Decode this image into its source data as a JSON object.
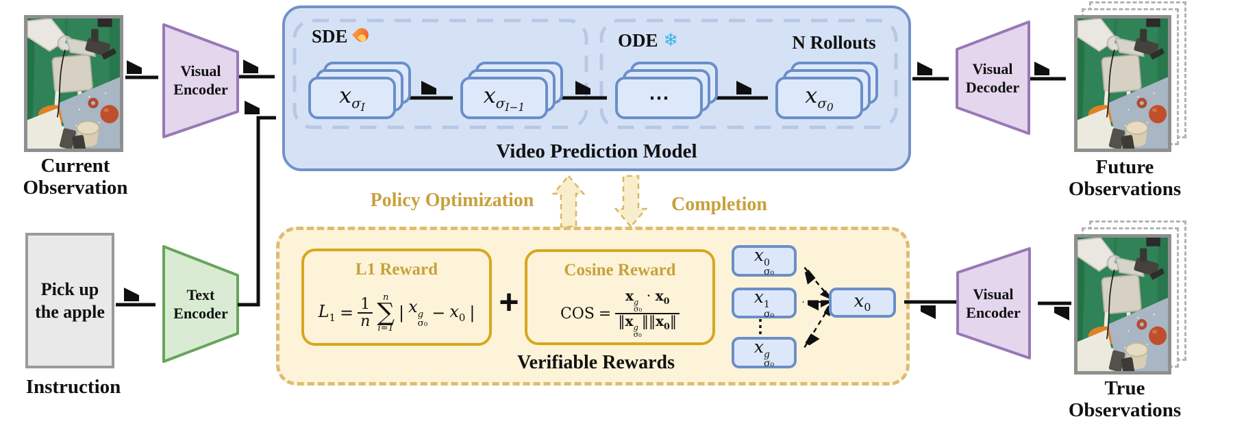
{
  "colors": {
    "blue_border": "#7191c8",
    "blue_fill": "#d5e2f6",
    "card_border": "#6a8ec8",
    "card_fill": "#dde9fb",
    "gold_text": "#c7a13c",
    "gold_border": "#d8a51e",
    "cream_fill": "#fdf3d8",
    "cream_dash": "#dcbd74",
    "purple_border": "#9878b6",
    "purple_fill": "#e3d6ed",
    "green_border": "#68a45c",
    "green_fill": "#d9ecd3"
  },
  "observations": {
    "current": {
      "label_line1": "Current",
      "label_line2": "Observation"
    },
    "future": {
      "label_line1": "Future",
      "label_line2": "Observations"
    },
    "true": {
      "label_line1": "True",
      "label_line2": "Observations"
    }
  },
  "instruction": {
    "line1": "Pick up",
    "line2": "the apple",
    "label": "Instruction"
  },
  "blocks": {
    "visual_encoder_top": {
      "line1": "Visual",
      "line2": "Encoder"
    },
    "text_encoder": {
      "line1": "Text",
      "line2": "Encoder"
    },
    "visual_decoder": {
      "line1": "Visual",
      "line2": "Decoder"
    },
    "visual_encoder_bottom": {
      "line1": "Visual",
      "line2": "Encoder"
    }
  },
  "vpm": {
    "title": "Video Prediction Model",
    "sde_label": "SDE",
    "ode_label": "ODE",
    "ode_icon": "❄",
    "n_rollouts": "N Rollouts",
    "cards": [
      {
        "base": "x",
        "sub": "σ",
        "subsub": "I"
      },
      {
        "base": "x",
        "sub": "σ",
        "subsub": "I−1"
      },
      {
        "dots": "⋯"
      },
      {
        "base": "x",
        "sub": "σ",
        "subsub": "0"
      }
    ]
  },
  "flow": {
    "policy_optimization": "Policy Optimization",
    "completion": "Completion"
  },
  "rewards": {
    "box_title": "Verifiable Rewards",
    "plus": "+",
    "l1": {
      "title": "L1 Reward",
      "lhs": "L",
      "lhs_sub": "1",
      "eq": "=",
      "frac_num": "1",
      "frac_den": "n",
      "sum_top": "n",
      "sum_sym": "∑",
      "sum_bot": "i=1",
      "open": "|",
      "x": "x",
      "x_sup": "g",
      "x_sub": "σ₀",
      "minus": "−",
      "x0": "x",
      "x0_sub": "0",
      "close": "|"
    },
    "cos": {
      "title": "Cosine Reward",
      "lhs": "COS",
      "eq": "=",
      "nx": "x",
      "nx_sup": "g",
      "nx_sub": "σ₀",
      "dot": "·",
      "nx0": "x",
      "nx0_sub": "0",
      "d1": "‖",
      "dx": "x",
      "dx_sup": "g",
      "dx_sub": "σ₀",
      "d2": "‖",
      "d3": "‖",
      "dx0": "x",
      "dx0_sub": "0",
      "d4": "‖"
    }
  },
  "latents": {
    "rollouts": [
      {
        "base": "x",
        "sup": "0",
        "sub": "σ₀"
      },
      {
        "base": "x",
        "sup": "1",
        "sub": "σ₀"
      },
      {
        "base": "x",
        "sup": "g",
        "sub": "σ₀"
      }
    ],
    "dots": "⋮",
    "x0": {
      "base": "x",
      "sub": "0"
    }
  }
}
